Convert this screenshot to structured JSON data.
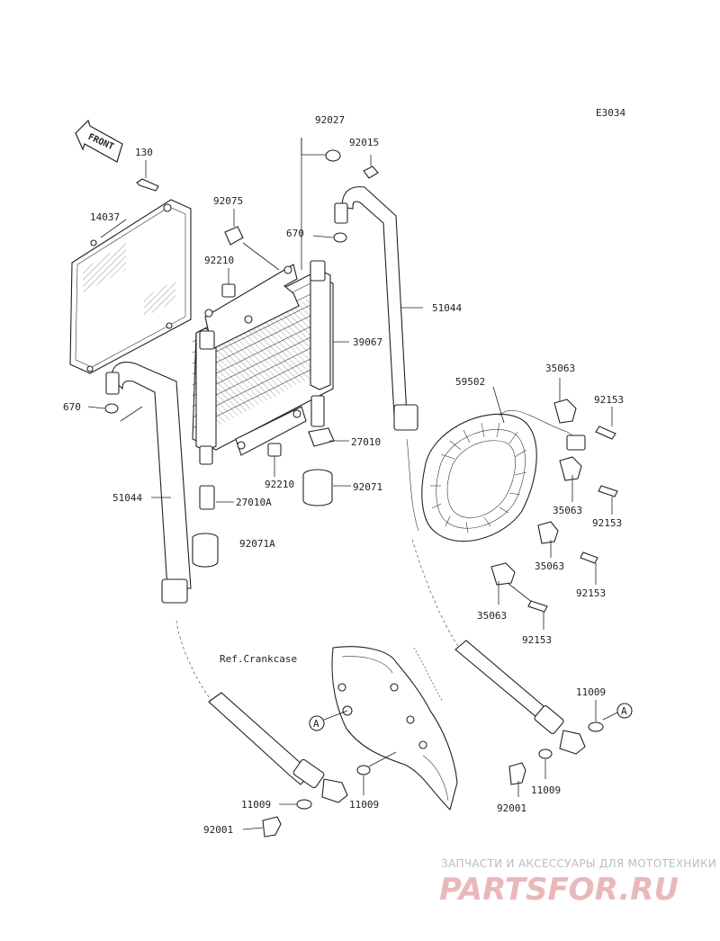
{
  "diagram": {
    "code": "E3034",
    "front_label": "FRONT",
    "ref_label": "Ref.Crankcase",
    "circle_marker": "A",
    "parts": {
      "p130": "130",
      "p14037": "14037",
      "p92075": "92075",
      "p92210a": "92210",
      "p92027": "92027",
      "p92015": "92015",
      "p670a": "670",
      "p670b": "670",
      "p51044a": "51044",
      "p51044b": "51044",
      "p39067": "39067",
      "p27010": "27010",
      "p92210b": "92210",
      "p92071": "92071",
      "p27010a": "27010A",
      "p92071a": "92071A",
      "p59502": "59502",
      "p35063a": "35063",
      "p35063b": "35063",
      "p35063c": "35063",
      "p35063d": "35063",
      "p92153a": "92153",
      "p92153b": "92153",
      "p92153c": "92153",
      "p92153d": "92153",
      "p11009a": "11009",
      "p11009b": "11009",
      "p11009c": "11009",
      "p11009d": "11009",
      "p92001a": "92001",
      "p92001b": "92001"
    }
  },
  "watermark": {
    "line1": "ЗАПЧАСТИ И АКСЕССУАРЫ ДЛЯ МОТОТЕХНИКИ",
    "line2": "PARTSFOR.RU",
    "color": "#e9b8b8"
  }
}
